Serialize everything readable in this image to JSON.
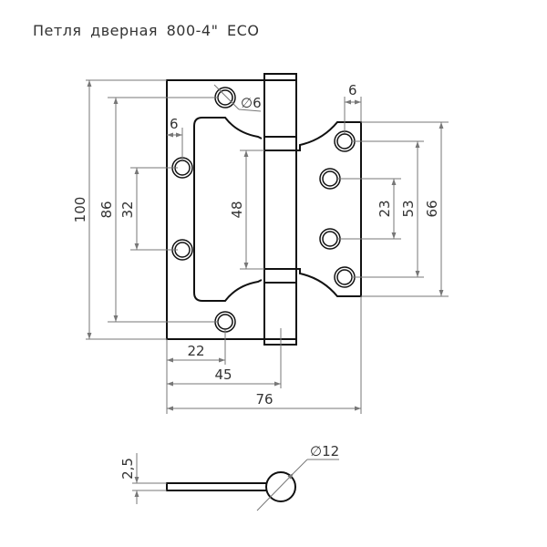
{
  "title": "Петля  дверная 800-4\" ECO",
  "dimensions": {
    "height_total": "100",
    "hole_span_outer_left": "86",
    "hole_span_inner_left": "32",
    "cutout_height": "48",
    "hole_diameter": "∅6",
    "edge_offset_left": "6",
    "edge_offset_right": "6",
    "hole_span_inner_right": "23",
    "hole_span_outer_right": "53",
    "right_plate_height": "66",
    "hole_x_offset": "22",
    "knuckle_axis_x": "45",
    "width_total": "76",
    "thickness": "2,5",
    "knuckle_diameter": "∅12"
  }
}
